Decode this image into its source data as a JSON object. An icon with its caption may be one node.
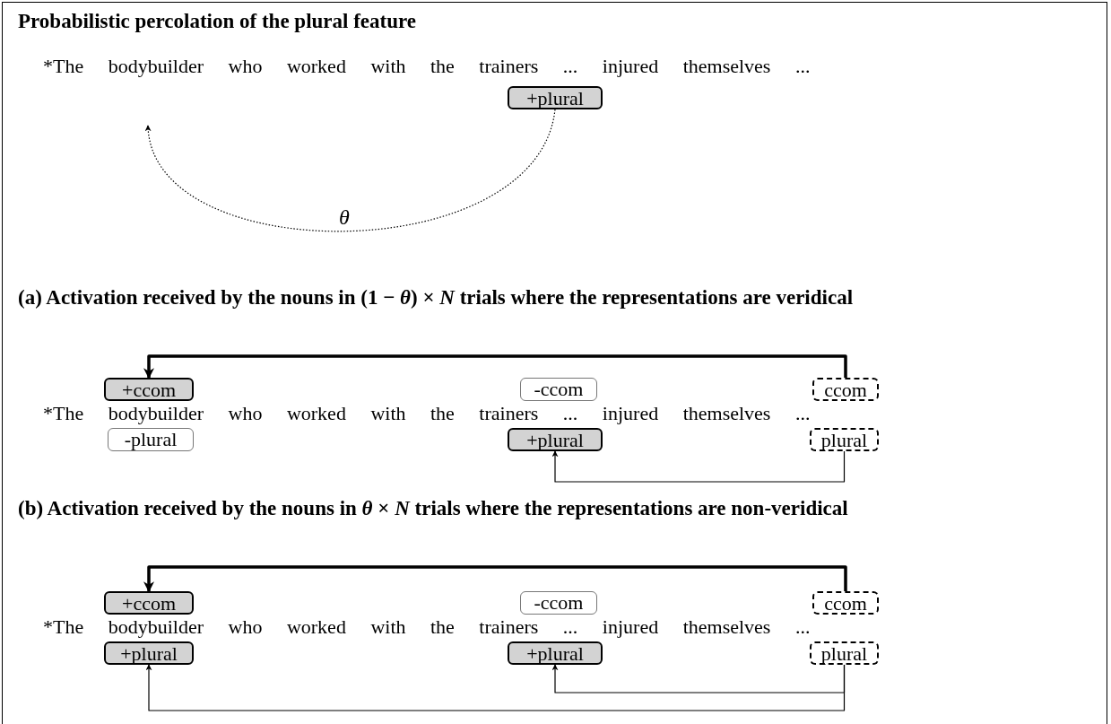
{
  "diagram": {
    "title": "Probabilistic percolation of the plural feature",
    "nodes": [
      {
        "text": [
          "+plural"
        ]
      },
      {
        "text": [
          "+ccom"
        ]
      },
      {
        "text": [
          "-ccom"
        ]
      },
      {
        "text": [
          "ccom"
        ]
      },
      {
        "text": [
          "-plural"
        ]
      },
      {
        "text": [
          "+plural"
        ]
      },
      {
        "text": [
          "plural"
        ]
      },
      {
        "text": [
          "+ccom"
        ]
      },
      {
        "text": [
          "-ccom"
        ]
      },
      {
        "text": [
          "ccom"
        ]
      },
      {
        "text": [
          "+plural"
        ]
      },
      {
        "text": [
          "+plural"
        ]
      },
      {
        "text": [
          "plural"
        ]
      }
    ],
    "edges": [
      {
        "from": 0,
        "to": null,
        "arrow": "to",
        "style": "dashed",
        "label": "θ"
      },
      {
        "from": 3,
        "to": 1,
        "arrow": "to",
        "style": "thick"
      },
      {
        "from": 6,
        "to": 5,
        "arrow": "to"
      },
      {
        "from": 9,
        "to": 7,
        "arrow": "to",
        "style": "thick"
      },
      {
        "from": 12,
        "to": 11,
        "arrow": "to"
      },
      {
        "from": 12,
        "to": 10,
        "arrow": "to"
      }
    ],
    "labels": [
      "*The bodybuilder who worked with the trainers ... injured themselves ...",
      "(a) Activation received by the nouns in (1 − *θ*) × *N* trials where the representations are veridical",
      "*The bodybuilder who worked with the trainers ... injured themselves ...",
      "(b) Activation received by the nouns in *θ* × *N* trials where the representations are non-veridical",
      "*The bodybuilder who worked with the trainers ... injured themselves ..."
    ]
  }
}
